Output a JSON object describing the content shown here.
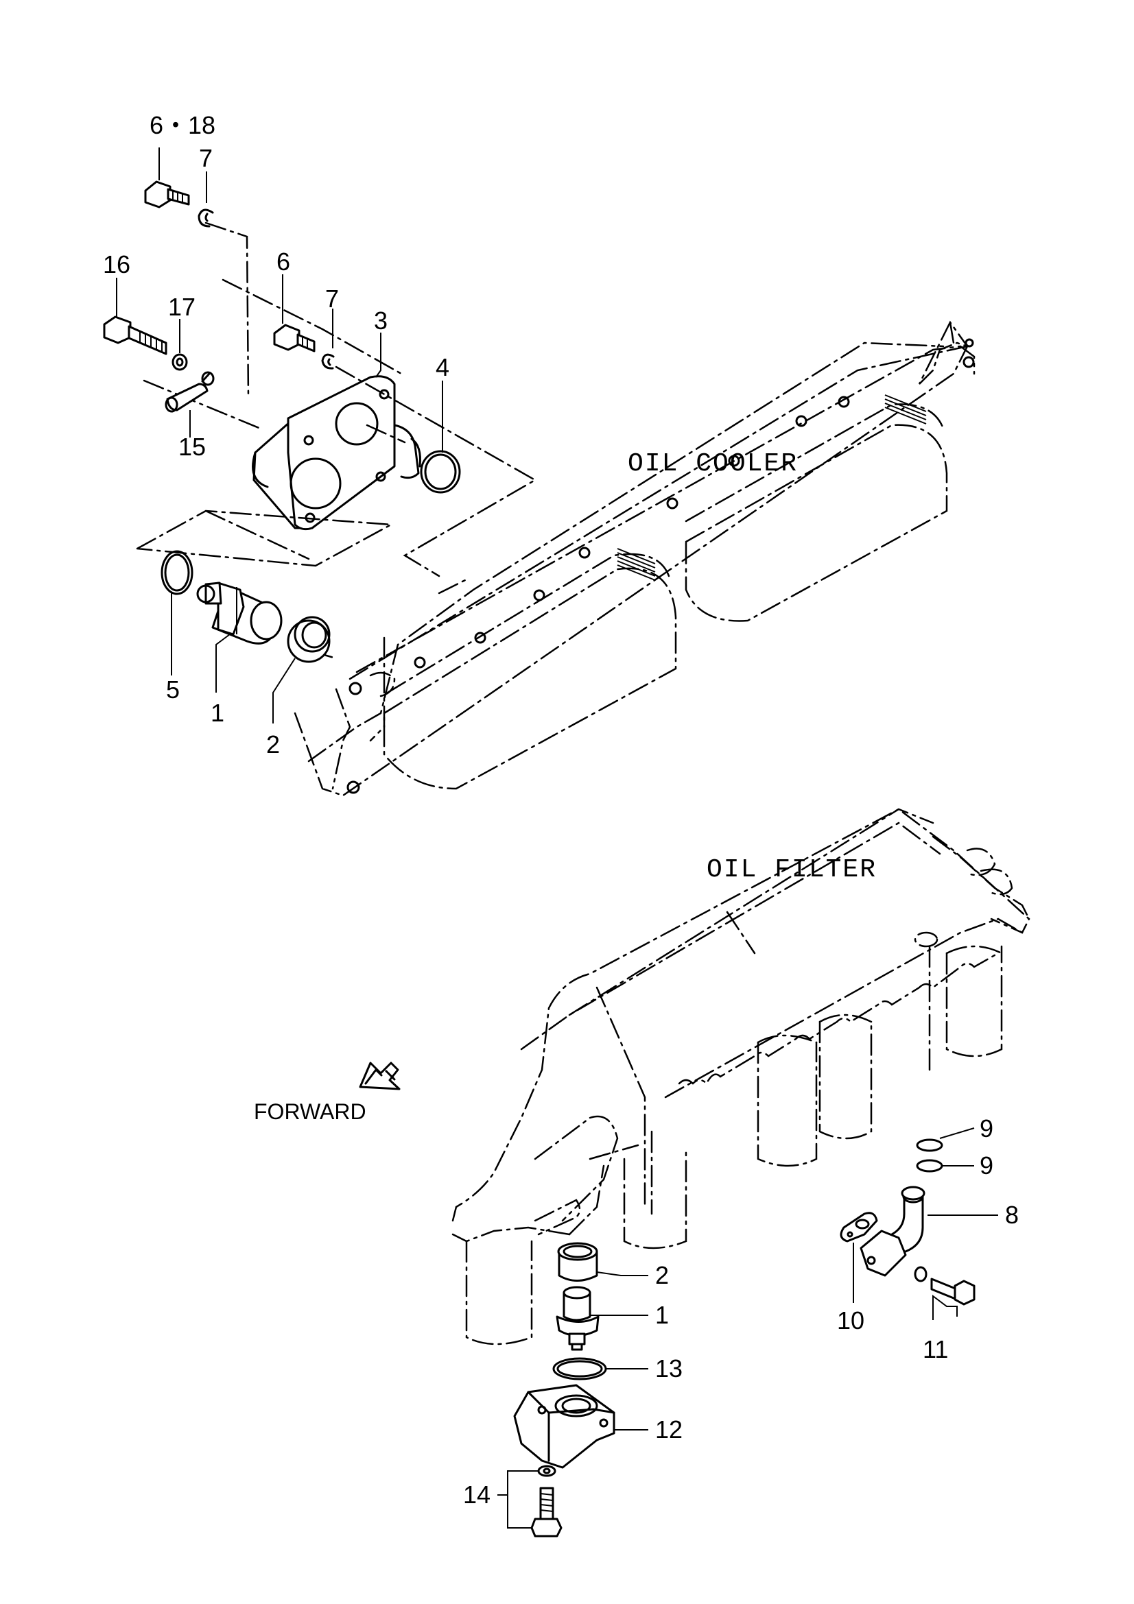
{
  "titles": {
    "oil_cooler": "OIL COOLER",
    "oil_filter": "OIL FILTER",
    "forward": "FORWARD"
  },
  "callouts": {
    "c6_18": "6・18",
    "c7a": "7",
    "c16": "16",
    "c17": "17",
    "c6b": "6",
    "c7b": "7",
    "c3": "3",
    "c4": "4",
    "c15": "15",
    "c5": "5",
    "c1a": "1",
    "c2a": "2",
    "c9a": "9",
    "c9b": "9",
    "c8": "8",
    "c10": "10",
    "c11": "11",
    "c2b": "2",
    "c1b": "1",
    "c13": "13",
    "c12": "12",
    "c14": "14"
  }
}
